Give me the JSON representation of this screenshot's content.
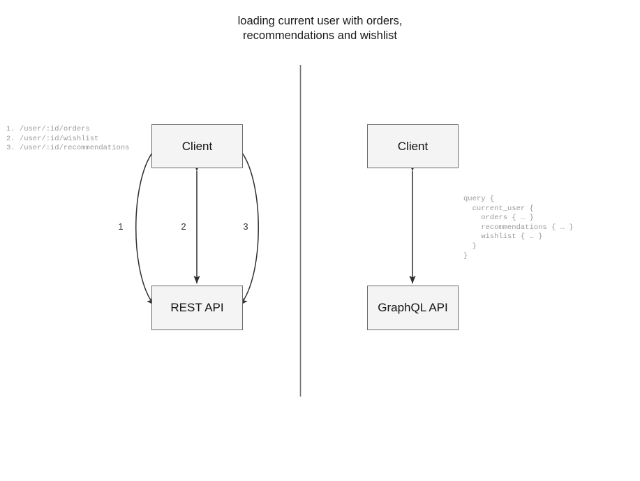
{
  "title": "loading current user with orders,\nrecommendations and wishlist",
  "divider": {
    "name": "vertical-divider"
  },
  "rest_side": {
    "client_label": "Client",
    "api_label": "REST API",
    "edge_labels": [
      "1",
      "2",
      "3"
    ],
    "endpoints_text": "1. /user/:id/orders\n2. /user/:id/wishlist\n3. /user/:id/recommendations",
    "endpoints": [
      {
        "number": "1.",
        "path": "/user/:id/orders"
      },
      {
        "number": "2.",
        "path": "/user/:id/wishlist"
      },
      {
        "number": "3.",
        "path": "/user/:id/recommendations"
      }
    ]
  },
  "graphql_side": {
    "client_label": "Client",
    "api_label": "GraphQL API",
    "query_text": "query {\n  current_user {\n    orders { … }\n    recommendations { … }\n    wishlist { … }\n  }\n}",
    "query_lines": [
      "query {",
      "  current_user {",
      "    orders { … }",
      "    recommendations { … }",
      "    wishlist { … }",
      "  }",
      "}"
    ]
  },
  "colors": {
    "box_fill": "#f4f4f4",
    "box_border": "#6b6b6b",
    "stroke": "#3a3a3a",
    "divider": "#707070",
    "code_text": "#9a9a9a",
    "background": "#ffffff"
  }
}
